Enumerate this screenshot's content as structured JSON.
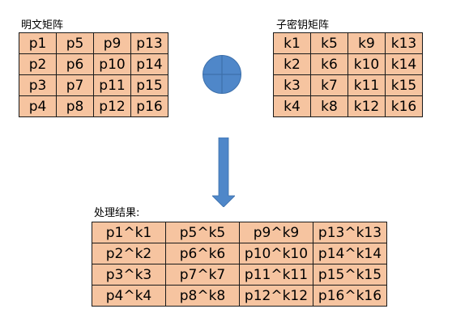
{
  "plaintext": {
    "caption": "明文矩阵",
    "rows": [
      [
        "p1",
        "p5",
        "p9",
        "p13"
      ],
      [
        "p2",
        "p6",
        "p10",
        "p14"
      ],
      [
        "p3",
        "p7",
        "p11",
        "p15"
      ],
      [
        "p4",
        "p8",
        "p12",
        "p16"
      ]
    ]
  },
  "subkey": {
    "caption": "子密钥矩阵",
    "rows": [
      [
        "k1",
        "k5",
        "k9",
        "k13"
      ],
      [
        "k2",
        "k6",
        "k10",
        "k14"
      ],
      [
        "k3",
        "k7",
        "k11",
        "k15"
      ],
      [
        "k4",
        "k8",
        "k12",
        "k16"
      ]
    ]
  },
  "result": {
    "caption": "处理结果:",
    "rows": [
      [
        "p1^k1",
        "p5^k5",
        "p9^k9",
        "p13^k13"
      ],
      [
        "p2^k2",
        "p6^k6",
        "p10^k10",
        "p14^k14"
      ],
      [
        "p3^k3",
        "p7^k7",
        "p11^k11",
        "p15^k15"
      ],
      [
        "p4^k4",
        "p8^k8",
        "p12^k12",
        "p16^k16"
      ]
    ]
  },
  "colors": {
    "cell_fill": "#f6c4a0",
    "symbol_fill": "#4f87c9",
    "arrow_fill": "#4f87c9"
  },
  "icons": {
    "operator": "xor-circle-plus-icon",
    "flow": "down-arrow-icon"
  }
}
